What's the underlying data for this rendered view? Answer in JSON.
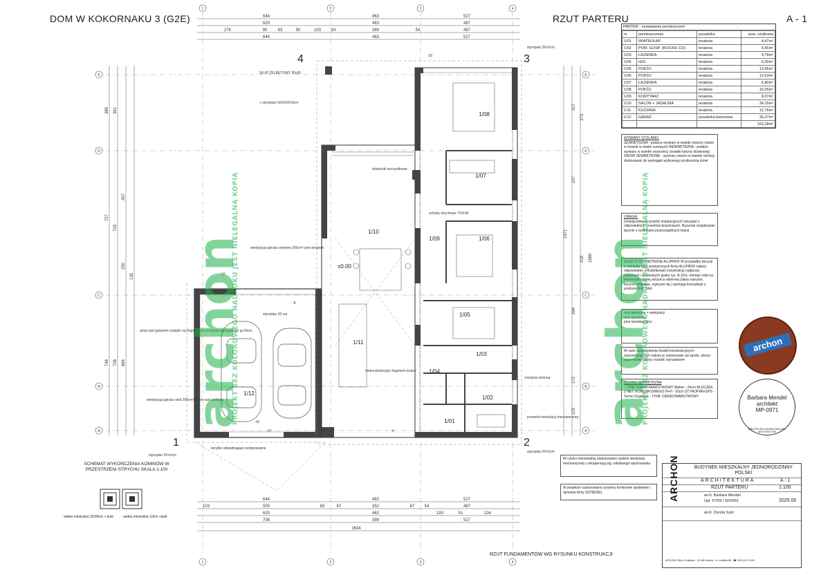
{
  "header": {
    "title": "DOM W KOKORNAKU 3 (G2E)",
    "drawing_title": "RZUT PARTERU",
    "sheet": "A - 1"
  },
  "grid": {
    "axes_top": [
      "1",
      "2",
      "3",
      "4"
    ],
    "axes_left": [
      "E",
      "D",
      "C",
      "B",
      "A"
    ],
    "big_labels": [
      "4",
      "3",
      "1",
      "2"
    ]
  },
  "dims_top": {
    "row1": [
      "644",
      "463",
      "527"
    ],
    "row2": [
      "620",
      "463",
      "487"
    ],
    "row3": [
      "278",
      "90",
      "83",
      "90",
      "103",
      "54",
      "389",
      "54",
      "487"
    ],
    "row4": [
      "644",
      "463",
      "527"
    ]
  },
  "dims_bottom": {
    "row1": [
      "644",
      "463",
      "527"
    ],
    "row2": [
      "103",
      "500",
      "65",
      "67",
      "352",
      "67",
      "54",
      "487"
    ],
    "row3": [
      "620",
      "463",
      "193",
      "51",
      "234"
    ],
    "row4": [
      "708",
      "399",
      "527"
    ],
    "total": "1634"
  },
  "dims_left": [
    "385",
    "361",
    "727",
    "703",
    "457",
    "250",
    "748",
    "708",
    "684",
    "135"
  ],
  "dims_right": [
    "317",
    "373",
    "227",
    "1571",
    "1880",
    "418",
    "284",
    "172",
    "225"
  ],
  "rooms": [
    {
      "id": "1/08"
    },
    {
      "id": "1/07"
    },
    {
      "id": "1/06"
    },
    {
      "id": "1/05"
    },
    {
      "id": "1/03"
    },
    {
      "id": "1/04"
    },
    {
      "id": "1/02"
    },
    {
      "id": "1/01"
    },
    {
      "id": "1/09"
    },
    {
      "id": "1/10"
    },
    {
      "id": "1/11"
    },
    {
      "id": "1/12"
    }
  ],
  "plan_labels": {
    "slup": "SŁUP ŻELBETOWY 30x30",
    "level": "±0.00",
    "styropian_top": "styropian 20+5cm",
    "styropian_bl": "styropian 20+5cm",
    "styropian_br": "styropian 20+5cm",
    "styropian_mid": "styropian 20 cm",
    "wentylacja": "wentylacja garażu wywiew 200cm² pod stropem",
    "strop": "strop nad garażem ocieplić na fragmencie od spodu styropianem gr.20cm",
    "wentylacja2": "wentylacja garażu wlot 200cm² 50cm nad podłogą",
    "korytko": "korytko odwadniające podgrzewane",
    "schody": "schody strychowe 70x140",
    "drzwiczki": "drzwiczki wyczystkowe",
    "nieko": "niekonstrukcyjny fragment ściany",
    "czerpnia": "czerpnia ścienna",
    "rekuperator": "przewód wentylacji mechanicznej",
    "slup2": "+ styropian 5/10/14/19cm",
    "elev1": "-32",
    "elev2": "-12",
    "elev3": "-8",
    "elev4": "-15",
    "elev5": "-17",
    "elev6": "-4"
  },
  "room_table": {
    "caption": "PARTER - zestawienie pomieszczeń",
    "headers": [
      "nr",
      "pomieszczenie",
      "posadzka",
      "pow. użytkowa"
    ],
    "rows": [
      [
        "1/01",
        "WIATROŁAP",
        "terakota",
        "4,47m²"
      ],
      [
        "1/02",
        "POM. GOSP. (KOCIOŁ CO)",
        "terakota",
        "5,66m²"
      ],
      [
        "1/03",
        "ŁAZIENKA",
        "terakota",
        "4,78m²"
      ],
      [
        "1/04",
        "HOL",
        "terakota",
        "6,09m²"
      ],
      [
        "1/05",
        "POKÓJ",
        "terakota",
        "12,45m²"
      ],
      [
        "1/06",
        "POKÓJ",
        "terakota",
        "12,63m²"
      ],
      [
        "1/07",
        "ŁAZIENKA",
        "terakota",
        "6,80m²"
      ],
      [
        "1/08",
        "POKÓJ",
        "terakota",
        "16,05m²"
      ],
      [
        "1/09",
        "KORYTARZ",
        "terakota",
        "8,07m²"
      ],
      [
        "1/10",
        "SALON + JADALNIA",
        "terakota",
        "34,15m²"
      ],
      [
        "1/11",
        "KUCHNIA",
        "terakota",
        "12,76m²"
      ],
      [
        "1/12",
        "GARAŻ",
        "posadzka betonowa",
        "39,27m²"
      ]
    ],
    "total": "163,18m²"
  },
  "notes": {
    "stolarka_title": "WYMIARY STOLARKI:",
    "stolarka": "ZEWNĘTRZNA - podano wymiary w świetle ościeży (otwór w ścianie w stanie surowym) WEWNĘTRZNA - podano wymiary w świetle ościeżnicy (światło futryny drzwiowej) DRZWI ZEWNĘTRZNE - wymiary otworu w świetle ościeży dostosować do wymagań wybranego producenta drzwi",
    "uwaga_title": "UWAGA:",
    "uwaga": "Umiejscowienie przebić instalacyjnych odczytać z odpowiednich rysunków branżowych. Rysunek rozpatrywać łącznie z rysunkami poszczególnych branż.",
    "rolety": "ROLETY ZEWNĘTRZNE ALUPROF W przypadku decyzji o montażu rolet zewnętrznych firmy ALUPROF należy odpowiednio zmodyfikować konstrukcję nadproży okiennych i drzwiowych (patrz rys. A-116), montaż rolet na kiestonadrożowej skrzynce okiennej (dana narożne, boczne, trójkątne, wykusze itp.) wymaga konsultacji z producentem rolet.",
    "legend1": "rura spustowa + wentylacji",
    "legend2": "rura spustowa",
    "legend3": "pion kanalizacyjny",
    "modele": "W razie zastosowania modeli konstrukcyjnych wyprzedzających należy je zastosować od spodu, strony ogrzewanej należy ocieplić styropianem",
    "sciana_title": "ŚCIANA ZEWNĘTRZNA",
    "sciana": "- TYNK CIENKOWARSTWOWY Weber - 24cm BLOCZEK Z BET. KOMÓRKOWEGO H+H - 20cm STYROPIAN EPS - Termo Organika - TYNK CIENKOWARSTWOWY",
    "wentylacja_note": "W części mieszkalnej zastosowano system wentylacji mechanicznej z rekuperacją wg. odrębnego opracowania",
    "kominy_note": "W projekcie zastosowano systemy kominowe spalinowe i dymowe firmy SCHIEDEL"
  },
  "schemat": {
    "title": "SCHEMAT WYKOŃCZENIA KOMINÓW W PRZESTRZENI STRYCHU SKALA 1:100",
    "label1": "wełna mineralna 10/30cm + tynk",
    "label2": "wełna mineralna 10cm +tynk"
  },
  "title_block": {
    "project": "BUDYNEK MIESZKALNY JEDNORODZINNY",
    "country": "POLSKI",
    "branch": "ARCHITEKTURA",
    "sheet_no": "A - 1",
    "drawing": "RZUT PARTERU",
    "scale": "1:100",
    "author1": "arch. Barbara Mendel",
    "author1_perm": "Upr. 57/99 i 32/2002",
    "author2": "arch. Dorota Szot",
    "date": "2025.05",
    "brand": "ARCHON",
    "footer": "ARCHON+ Biuro Projektów · 30-465 Kraków · ul. Łokietka 88 · ☎ +48 (12) 172160"
  },
  "stamps": {
    "archon": "archon",
    "mendel_name": "Barbara Mendel",
    "mendel_title": "architekt",
    "mendel_no": "MP-0971",
    "chamber": "MAŁOPOLSKA OKRĘGOWA IZBA ARCHITEKTÓW"
  },
  "watermark": {
    "brand": "archon",
    "line": "PROJEKT BEZ KOLOROWEGO NADRUKU JEST NIELEGALNĄ KOPIĄ"
  },
  "footer_note": "RZUT FUNDAMENTÓW WG RYSUNKU KONSTRUKCJI",
  "colors": {
    "wall": "#3a3a3a",
    "watermark": "#1fb24a",
    "stamp": "#7a2c1c",
    "stamp_blue": "#2d6fb8"
  }
}
